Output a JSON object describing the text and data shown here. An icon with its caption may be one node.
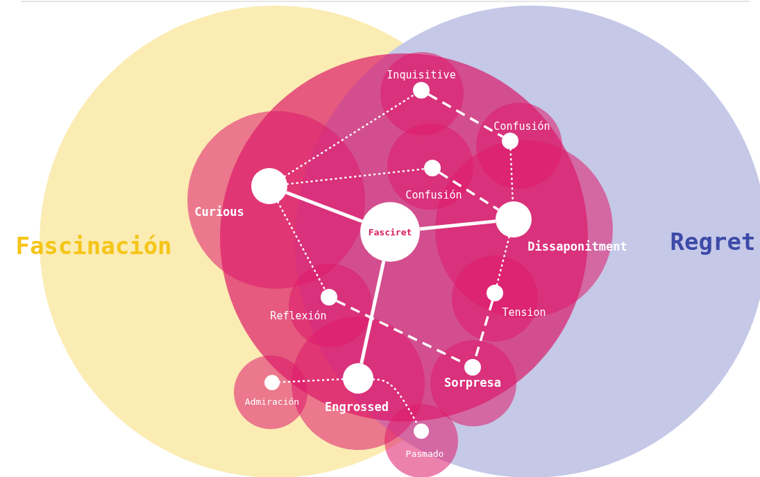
{
  "diagram": {
    "nodes": [
      {
        "text": [
          "Inquisitive"
        ]
      },
      {
        "text": [
          "Confusión"
        ]
      },
      {
        "text": [
          "Confusión"
        ]
      },
      {
        "text": [
          "Curious"
        ]
      },
      {
        "text": [
          "Fasciret"
        ]
      },
      {
        "text": [
          "Dissaponitment"
        ]
      },
      {
        "text": [
          "Reflexión"
        ]
      },
      {
        "text": [
          "Tension"
        ]
      },
      {
        "text": [
          "Admiración"
        ]
      },
      {
        "text": [
          "Engrossed"
        ]
      },
      {
        "text": [
          "Sorpresa"
        ]
      },
      {
        "text": [
          "Pasmado"
        ]
      }
    ],
    "edges": [
      {
        "from": 3,
        "to": 4,
        "arrow": "none",
        "style": "thick"
      },
      {
        "from": 4,
        "to": 5,
        "arrow": "none",
        "style": "thick"
      },
      {
        "from": 4,
        "to": 9,
        "arrow": "none",
        "style": "thick"
      },
      {
        "from": 3,
        "to": 0,
        "arrow": "none",
        "style": "dashed"
      },
      {
        "from": 3,
        "to": 2,
        "arrow": "none",
        "style": "dashed"
      },
      {
        "from": 3,
        "to": 6,
        "arrow": "none",
        "style": "dashed"
      },
      {
        "from": 0,
        "to": 1,
        "arrow": "none",
        "style": "dashed"
      },
      {
        "from": 2,
        "to": 5,
        "arrow": "none",
        "style": "dashed"
      },
      {
        "from": 1,
        "to": 5,
        "arrow": "none",
        "style": "dashed"
      },
      {
        "from": 5,
        "to": 7,
        "arrow": "none",
        "style": "dashed"
      },
      {
        "from": 7,
        "to": 10,
        "arrow": "none",
        "style": "dashed"
      },
      {
        "from": 6,
        "to": 10,
        "arrow": "none",
        "style": "dashed"
      },
      {
        "from": 9,
        "to": 8,
        "arrow": "none",
        "style": "dashed"
      },
      {
        "from": 9,
        "to": 11,
        "arrow": "none",
        "style": "dashed"
      }
    ],
    "labels": [
      "Fascinación",
      "Regret"
    ]
  }
}
